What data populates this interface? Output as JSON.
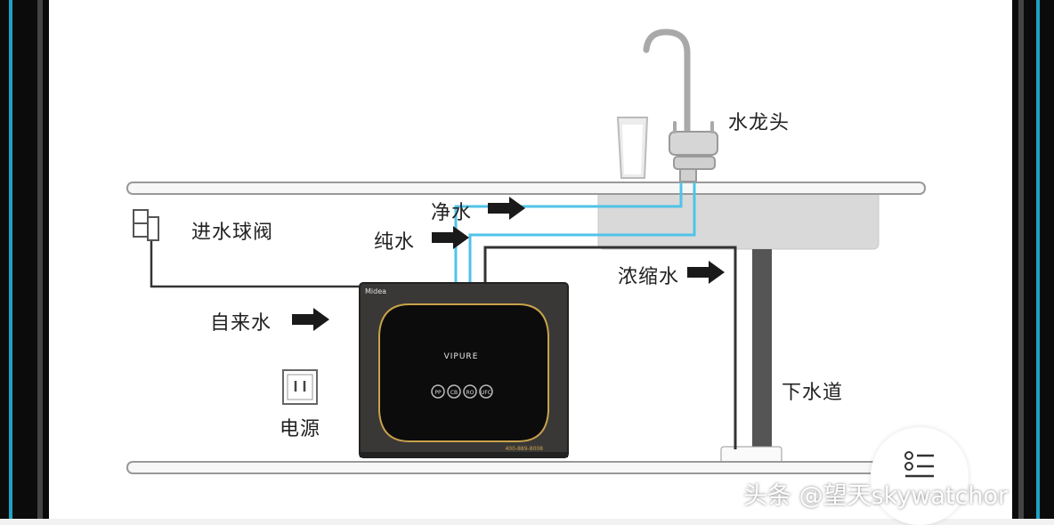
{
  "labels": {
    "faucet": "水龙头",
    "clean_water": "净水",
    "pure_water": "纯水",
    "inlet_ball_valve": "进水球阀",
    "concentrate_water": "浓缩水",
    "tap_water": "自来水",
    "drain": "下水道",
    "power": "电源"
  },
  "device": {
    "brand": "Midea",
    "model": "VIPURE",
    "filters": [
      "PP",
      "CB",
      "RO",
      "UFC"
    ],
    "hotline": "400-889-8008"
  },
  "watermark": "头条 @望天skywatchor",
  "icons": {
    "menu": "list-menu-icon",
    "arrow": "right-arrow-icon"
  },
  "colors": {
    "pure_pipe": "#4fc3e8",
    "dark_pipe": "#333333",
    "device_body": "#3a3836",
    "device_accent": "#c8a24a"
  }
}
